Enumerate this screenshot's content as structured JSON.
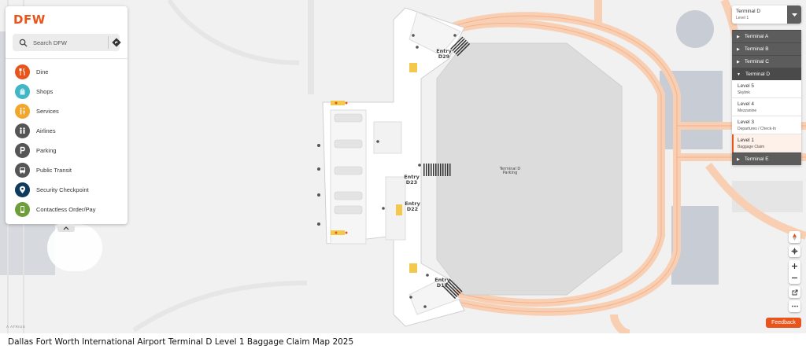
{
  "app": {
    "logo_text": "DFW"
  },
  "search": {
    "placeholder": "Search DFW"
  },
  "categories": [
    {
      "label": "Dine",
      "icon": "fork-knife-icon",
      "color": "#e8541a"
    },
    {
      "label": "Shops",
      "icon": "shopping-bag-icon",
      "color": "#41b6c6"
    },
    {
      "label": "Services",
      "icon": "restroom-icon",
      "color": "#f2a72b"
    },
    {
      "label": "Airlines",
      "icon": "airline-people-icon",
      "color": "#555555"
    },
    {
      "label": "Parking",
      "icon": "parking-icon",
      "color": "#555555"
    },
    {
      "label": "Public Transit",
      "icon": "bus-icon",
      "color": "#555555"
    },
    {
      "label": "Security Checkpoint",
      "icon": "security-pin-icon",
      "color": "#0d3b5e"
    },
    {
      "label": "Contactless Order/Pay",
      "icon": "contactless-phone-icon",
      "color": "#6e9e3a"
    }
  ],
  "level_selector": {
    "building": "Terminal D",
    "level": "Level 1"
  },
  "buildings": [
    {
      "label": "Terminal A"
    },
    {
      "label": "Terminal B"
    },
    {
      "label": "Terminal C"
    },
    {
      "label": "Terminal D"
    },
    {
      "label": "Terminal E"
    }
  ],
  "levels": [
    {
      "name": "Level 5",
      "desc": "Skylink"
    },
    {
      "name": "Level 4",
      "desc": "Mezzanine"
    },
    {
      "name": "Level 3",
      "desc": "Departures / Check-In"
    },
    {
      "name": "Level 1",
      "desc": "Baggage Claim"
    }
  ],
  "map": {
    "entries": [
      {
        "line1": "Entry",
        "line2": "D29"
      },
      {
        "line1": "Entry",
        "line2": "D23"
      },
      {
        "line1": "Entry",
        "line2": "D22"
      },
      {
        "line1": "Entry",
        "line2": "D17"
      }
    ],
    "parking": {
      "line1": "Terminal D",
      "line2": "Parking"
    },
    "colors": {
      "road": "#f9cfb3",
      "building": "#c8ccd4",
      "ground": "#f1f1f1",
      "terminal": "#ffffff"
    }
  },
  "controls": {
    "feedback_label": "Feedback"
  },
  "attribution": {
    "text": "ATRIUS"
  },
  "caption": "Dallas Fort Worth International Airport Terminal D Level 1 Baggage Claim Map 2025"
}
